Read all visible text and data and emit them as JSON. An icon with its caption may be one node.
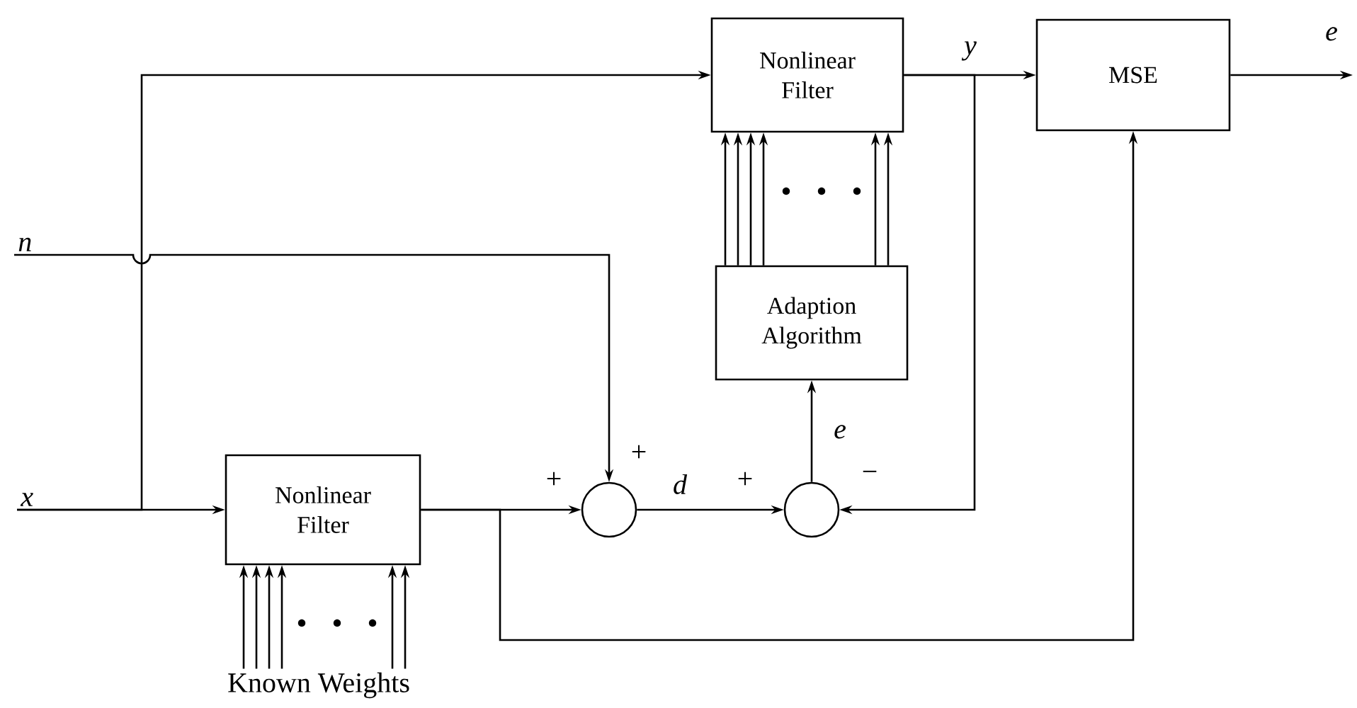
{
  "diagram": {
    "nodes": [
      {
        "text": [
          "n"
        ]
      },
      {
        "text": [
          "x"
        ]
      },
      {
        "text": [
          "Nonlinear Filter"
        ]
      },
      {
        "text": [
          "MSE"
        ]
      },
      {
        "text": [
          "Adaption Algorithm"
        ]
      },
      {
        "text": [
          "Nonlinear Filter"
        ]
      },
      {
        "text": [],
        "shape": "circle"
      },
      {
        "text": [],
        "shape": "circle"
      },
      {
        "text": [
          "Known Weights"
        ]
      }
    ],
    "edges": [
      {
        "from": 0,
        "to": 6,
        "arrow": "to"
      },
      {
        "from": 1,
        "to": 5,
        "arrow": "to"
      },
      {
        "from": 1,
        "to": 2,
        "arrow": "to"
      },
      {
        "from": 5,
        "to": 6,
        "arrow": "to"
      },
      {
        "from": 5,
        "to": 3,
        "arrow": "to"
      },
      {
        "from": 6,
        "to": 7,
        "arrow": "to",
        "label": "d"
      },
      {
        "from": 2,
        "to": 3,
        "arrow": "to",
        "label": "y"
      },
      {
        "from": 2,
        "to": 7,
        "arrow": "to"
      },
      {
        "from": 7,
        "to": 4,
        "arrow": "to",
        "label": "e"
      },
      {
        "from": 3,
        "to": null,
        "arrow": "to",
        "label": "e"
      },
      {
        "from": 4,
        "to": 2,
        "arrow": "to"
      },
      {
        "from": 4,
        "to": 2,
        "arrow": "to"
      },
      {
        "from": 4,
        "to": 2,
        "arrow": "to"
      },
      {
        "from": 4,
        "to": 2,
        "arrow": "to"
      },
      {
        "from": 4,
        "to": 2,
        "arrow": "to"
      },
      {
        "from": 4,
        "to": 2,
        "arrow": "to"
      },
      {
        "from": 8,
        "to": 5,
        "arrow": "to"
      },
      {
        "from": 8,
        "to": 5,
        "arrow": "to"
      },
      {
        "from": 8,
        "to": 5,
        "arrow": "to"
      },
      {
        "from": 8,
        "to": 5,
        "arrow": "to"
      },
      {
        "from": 8,
        "to": 5,
        "arrow": "to"
      },
      {
        "from": 8,
        "to": 5,
        "arrow": "to"
      }
    ],
    "labels": [
      "+",
      "+",
      "+",
      "−"
    ]
  }
}
